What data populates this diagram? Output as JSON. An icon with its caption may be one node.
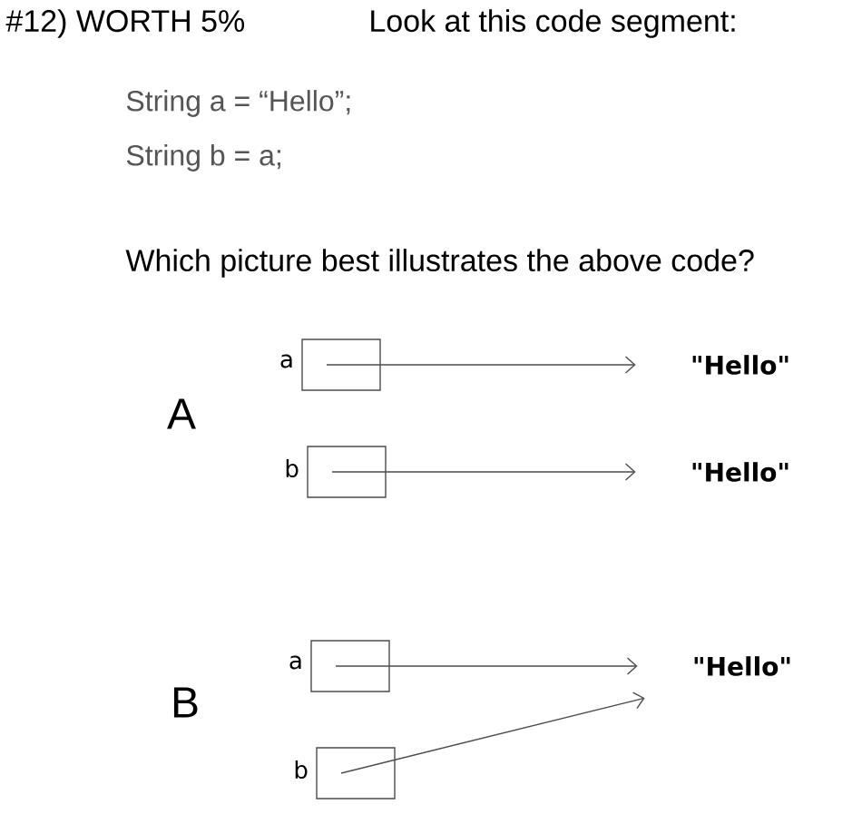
{
  "diagram": {
    "nodes": [
      {
        "text": [],
        "shape": "box",
        "beside": [
          "a"
        ]
      },
      {
        "text": [
          "\"Hello\""
        ]
      },
      {
        "text": [],
        "shape": "box",
        "beside": [
          "b"
        ]
      },
      {
        "text": [
          "\"Hello\""
        ]
      },
      {
        "text": [],
        "shape": "box",
        "beside": [
          "a"
        ]
      },
      {
        "text": [
          "\"Hello\""
        ]
      },
      {
        "text": [],
        "shape": "box",
        "beside": [
          "b"
        ]
      }
    ],
    "edges": [
      {
        "from": 0,
        "to": 1,
        "arrow": "to"
      },
      {
        "from": 2,
        "to": 3,
        "arrow": "to"
      },
      {
        "from": 4,
        "to": 5,
        "arrow": "to"
      },
      {
        "from": 6,
        "to": 5,
        "arrow": "to"
      }
    ],
    "labels": [
      "#12) WORTH 5%",
      "Look at this code segment:",
      "String a = “Hello”;",
      "String b = a;",
      "Which picture best illustrates the above code?",
      "A",
      "B"
    ]
  }
}
